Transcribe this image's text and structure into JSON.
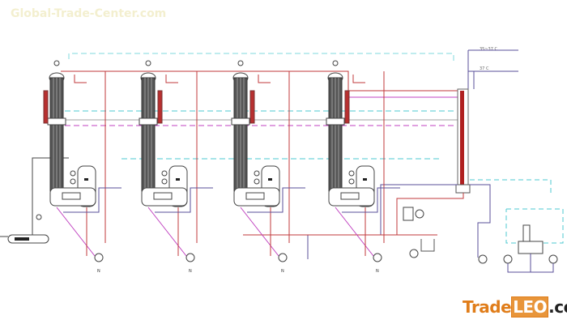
{
  "watermark": "Global-Trade-Center.com",
  "logo": {
    "part1": "Trade",
    "part2": "LEO",
    "part3": ".com"
  },
  "temperature_labels": [
    "35~37 C",
    "37 C"
  ],
  "pump_label": "N",
  "effects": 4,
  "colors": {
    "steam": "#c0393b",
    "vapor": "#4cc8d0",
    "condensate": "#c040c0",
    "product": "#5a4f9a",
    "column": "#555555"
  }
}
